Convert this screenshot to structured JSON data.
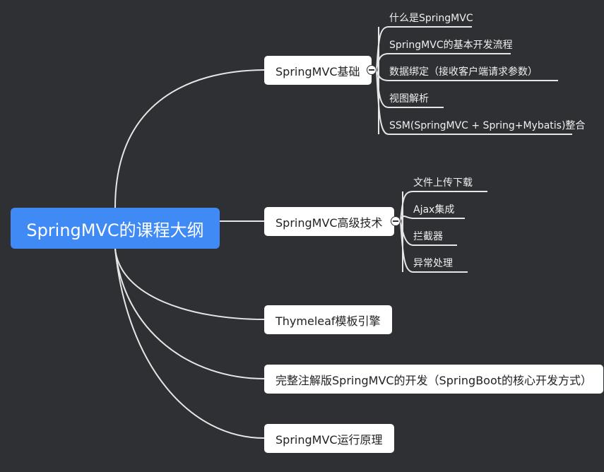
{
  "root": {
    "label": "SpringMVC的课程大纲"
  },
  "branches": [
    {
      "label": "SpringMVC基础",
      "children": [
        "什么是SpringMVC",
        "SpringMVC的基本开发流程",
        "数据绑定（接收客户端请求参数）",
        "视图解析",
        "SSM(SpringMVC + Spring+Mybatis)整合"
      ]
    },
    {
      "label": "SpringMVC高级技术",
      "children": [
        "文件上传下载",
        "Ajax集成",
        "拦截器",
        "异常处理"
      ]
    },
    {
      "label": "Thymeleaf模板引擎"
    },
    {
      "label": "完整注解版SpringMVC的开发（SpringBoot的核心开发方式）"
    },
    {
      "label": "SpringMVC运行原理"
    }
  ],
  "colors": {
    "background": "#2f3033",
    "root": "#3f8af5",
    "node": "#ffffff",
    "line": "#e6e6e6"
  }
}
